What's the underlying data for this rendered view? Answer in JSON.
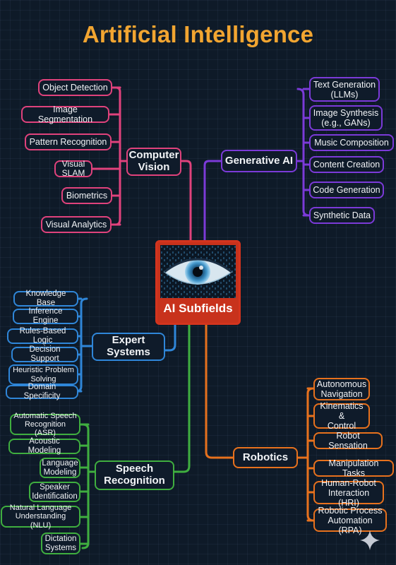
{
  "title": "Artificial Intelligence",
  "center": {
    "label": "AI Subfields",
    "image": "eye-icon"
  },
  "branches": {
    "computer_vision": {
      "label": "Computer\nVision",
      "color": "#e0427c",
      "items": [
        "Object Detection",
        "Image Segmentation",
        "Pattern Recognition",
        "Visual SLAM",
        "Biometrics",
        "Visual Analytics"
      ]
    },
    "generative_ai": {
      "label": "Generative AI",
      "color": "#7b3ad8",
      "items": [
        "Text Generation\n(LLMs)",
        "Image Synthesis\n(e.g., GANs)",
        "Music Composition",
        "Content Creation",
        "Code Generation",
        "Synthetic Data"
      ]
    },
    "expert_systems": {
      "label": "Expert\nSystems",
      "color": "#2f86d8",
      "items": [
        "Knowledge Base",
        "Inference Engine",
        "Rules-Based Logic",
        "Decision Support",
        "Heuristic Problem\nSolving",
        "Domain Specificity"
      ]
    },
    "speech_recognition": {
      "label": "Speech\nRecognition",
      "color": "#3fae3f",
      "items": [
        "Automatic Speech\nRecognition (ASR)",
        "Acoustic Modeling",
        "Language\nModeling",
        "Speaker\nIdentification",
        "Natural Language\nUnderstanding (NLU)",
        "Dictation\nSystems"
      ]
    },
    "robotics": {
      "label": "Robotics",
      "color": "#e7711d",
      "items": [
        "Autonomous\nNavigation",
        "Kinematics &\nControl",
        "Robot Sensation",
        "Manipulation Tasks",
        "Human-Robot\nInteraction (HRI)",
        "Robotic Process\nAutomation (RPA)"
      ]
    }
  },
  "title_color": "#f2a531"
}
